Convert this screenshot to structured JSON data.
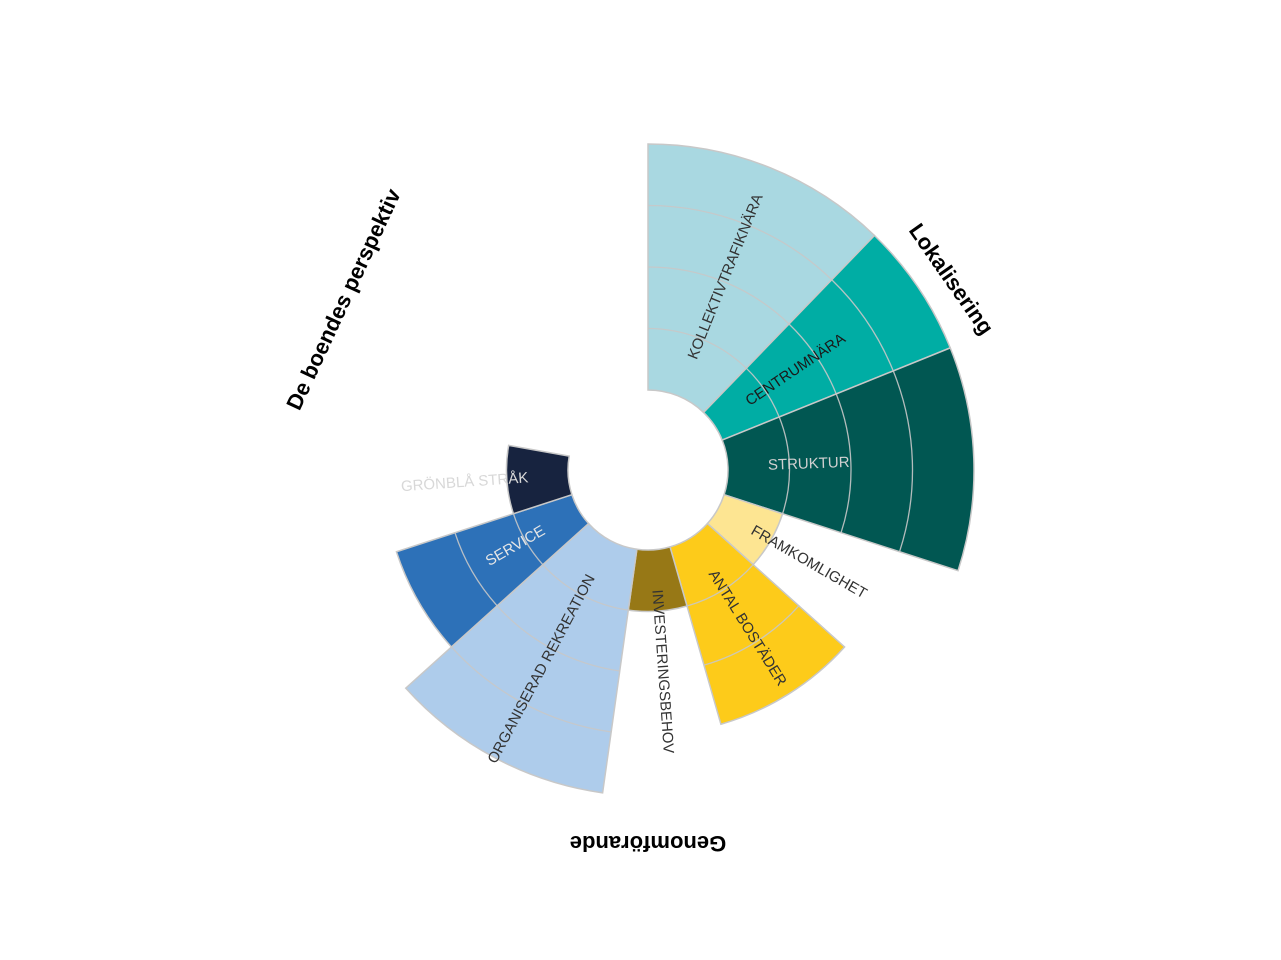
{
  "chart_data": {
    "type": "polar-area",
    "scale": {
      "min": 0,
      "max": 4,
      "grid_rings": [
        1,
        2,
        3
      ]
    },
    "categories": [
      {
        "label": "KOLLEKTIVTRAFIKNÄRA",
        "value": 4,
        "color": "#a9d8e1",
        "text_color": "#333333"
      },
      {
        "label": "CENTRUMNÄRA",
        "value": 4,
        "color": "#00ada4",
        "text_color": "#1a1a1a"
      },
      {
        "label": "STRUKTUR",
        "value": 4,
        "color": "#015752",
        "text_color": "#d0d0d0"
      },
      {
        "label": "FRAMKOMLIGHET",
        "value": 1,
        "color": "#fde592",
        "text_color": "#333333"
      },
      {
        "label": "ANTAL BOSTÄDER",
        "value": 3,
        "color": "#fdcb1a",
        "text_color": "#333333"
      },
      {
        "label": "INVESTERINGSBEHOV",
        "value": 1,
        "color": "#977816",
        "text_color": "#333333"
      },
      {
        "label": "ORGANISERAD REKREATION",
        "value": 4,
        "color": "#aecceb",
        "text_color": "#333333"
      },
      {
        "label": "SERVICE",
        "value": 3,
        "color": "#2d71b8",
        "text_color": "#e6e6e6"
      },
      {
        "label": "GRÖNBLÅ STRÅK",
        "value": 1,
        "color": "#17233f",
        "text_color": "#d8d8d8"
      }
    ],
    "groups": [
      {
        "label": "Lokalisering"
      },
      {
        "label": "Genomförande"
      },
      {
        "label": "De boendes perspektiv"
      }
    ]
  }
}
